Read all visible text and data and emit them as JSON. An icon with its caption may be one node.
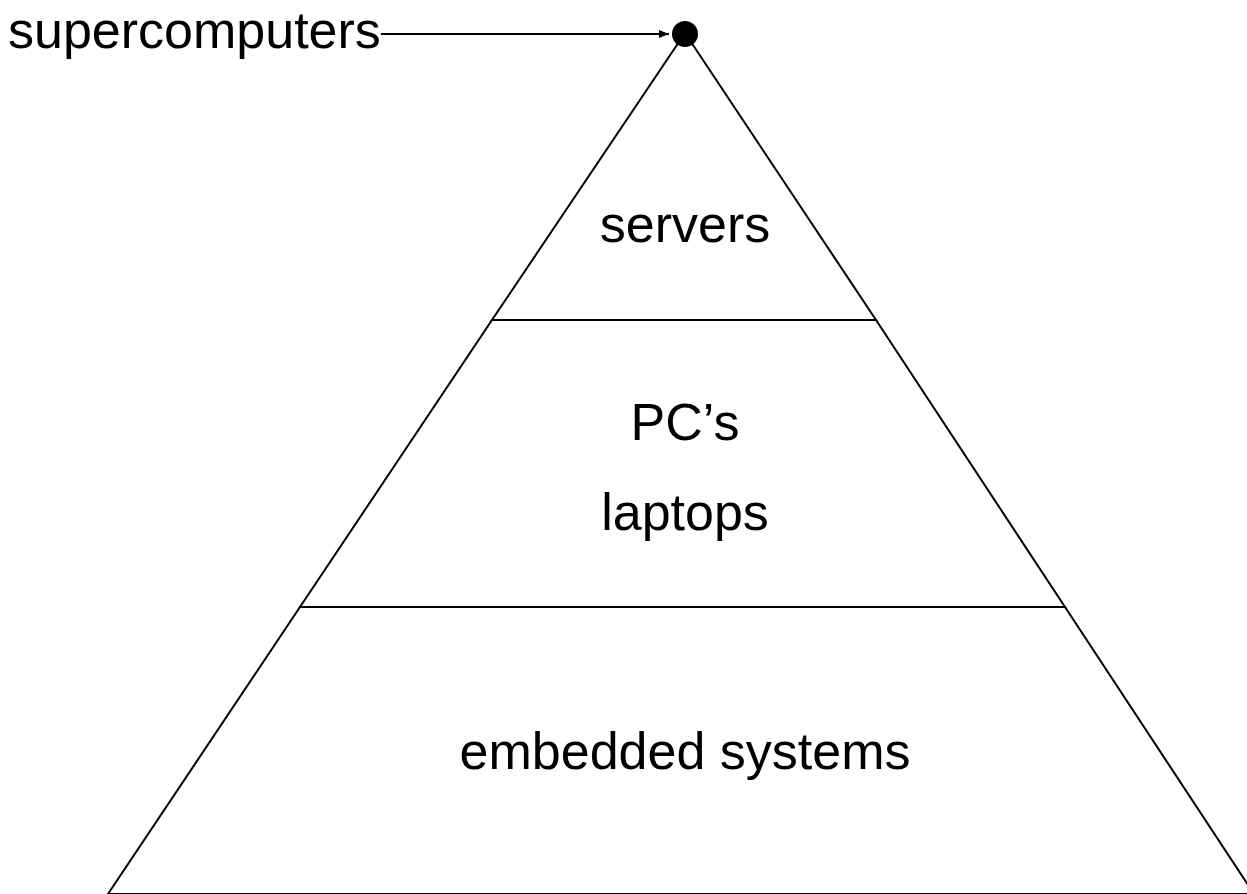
{
  "diagram": {
    "nodes": [
      {
        "text": [
          "supercomputers"
        ]
      },
      {
        "text": [],
        "shape": "circle"
      },
      {
        "text": [
          "servers"
        ]
      },
      {
        "text": [
          "PC’s",
          "laptops"
        ]
      },
      {
        "text": [
          "embedded systems"
        ]
      }
    ],
    "edges": [
      {
        "from": 0,
        "to": 1,
        "arrow": "to"
      }
    ]
  }
}
